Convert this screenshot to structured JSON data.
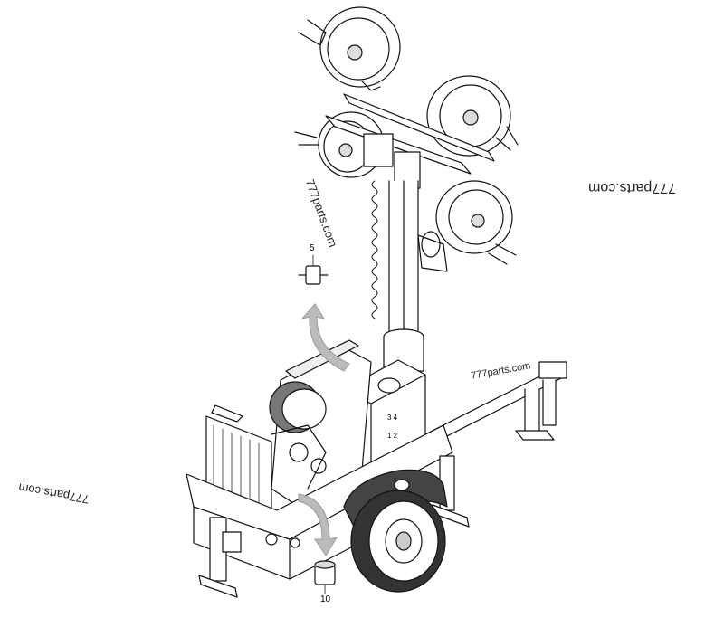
{
  "watermarks": {
    "top_right": "777parts.com",
    "upper_center": "777parts.com",
    "middle_right": "777parts.com",
    "left": "777parts.com"
  },
  "callouts": {
    "part_5": "5",
    "part_10": "10"
  },
  "tank_marks": {
    "upper": "3 4",
    "lower": "1 2"
  }
}
